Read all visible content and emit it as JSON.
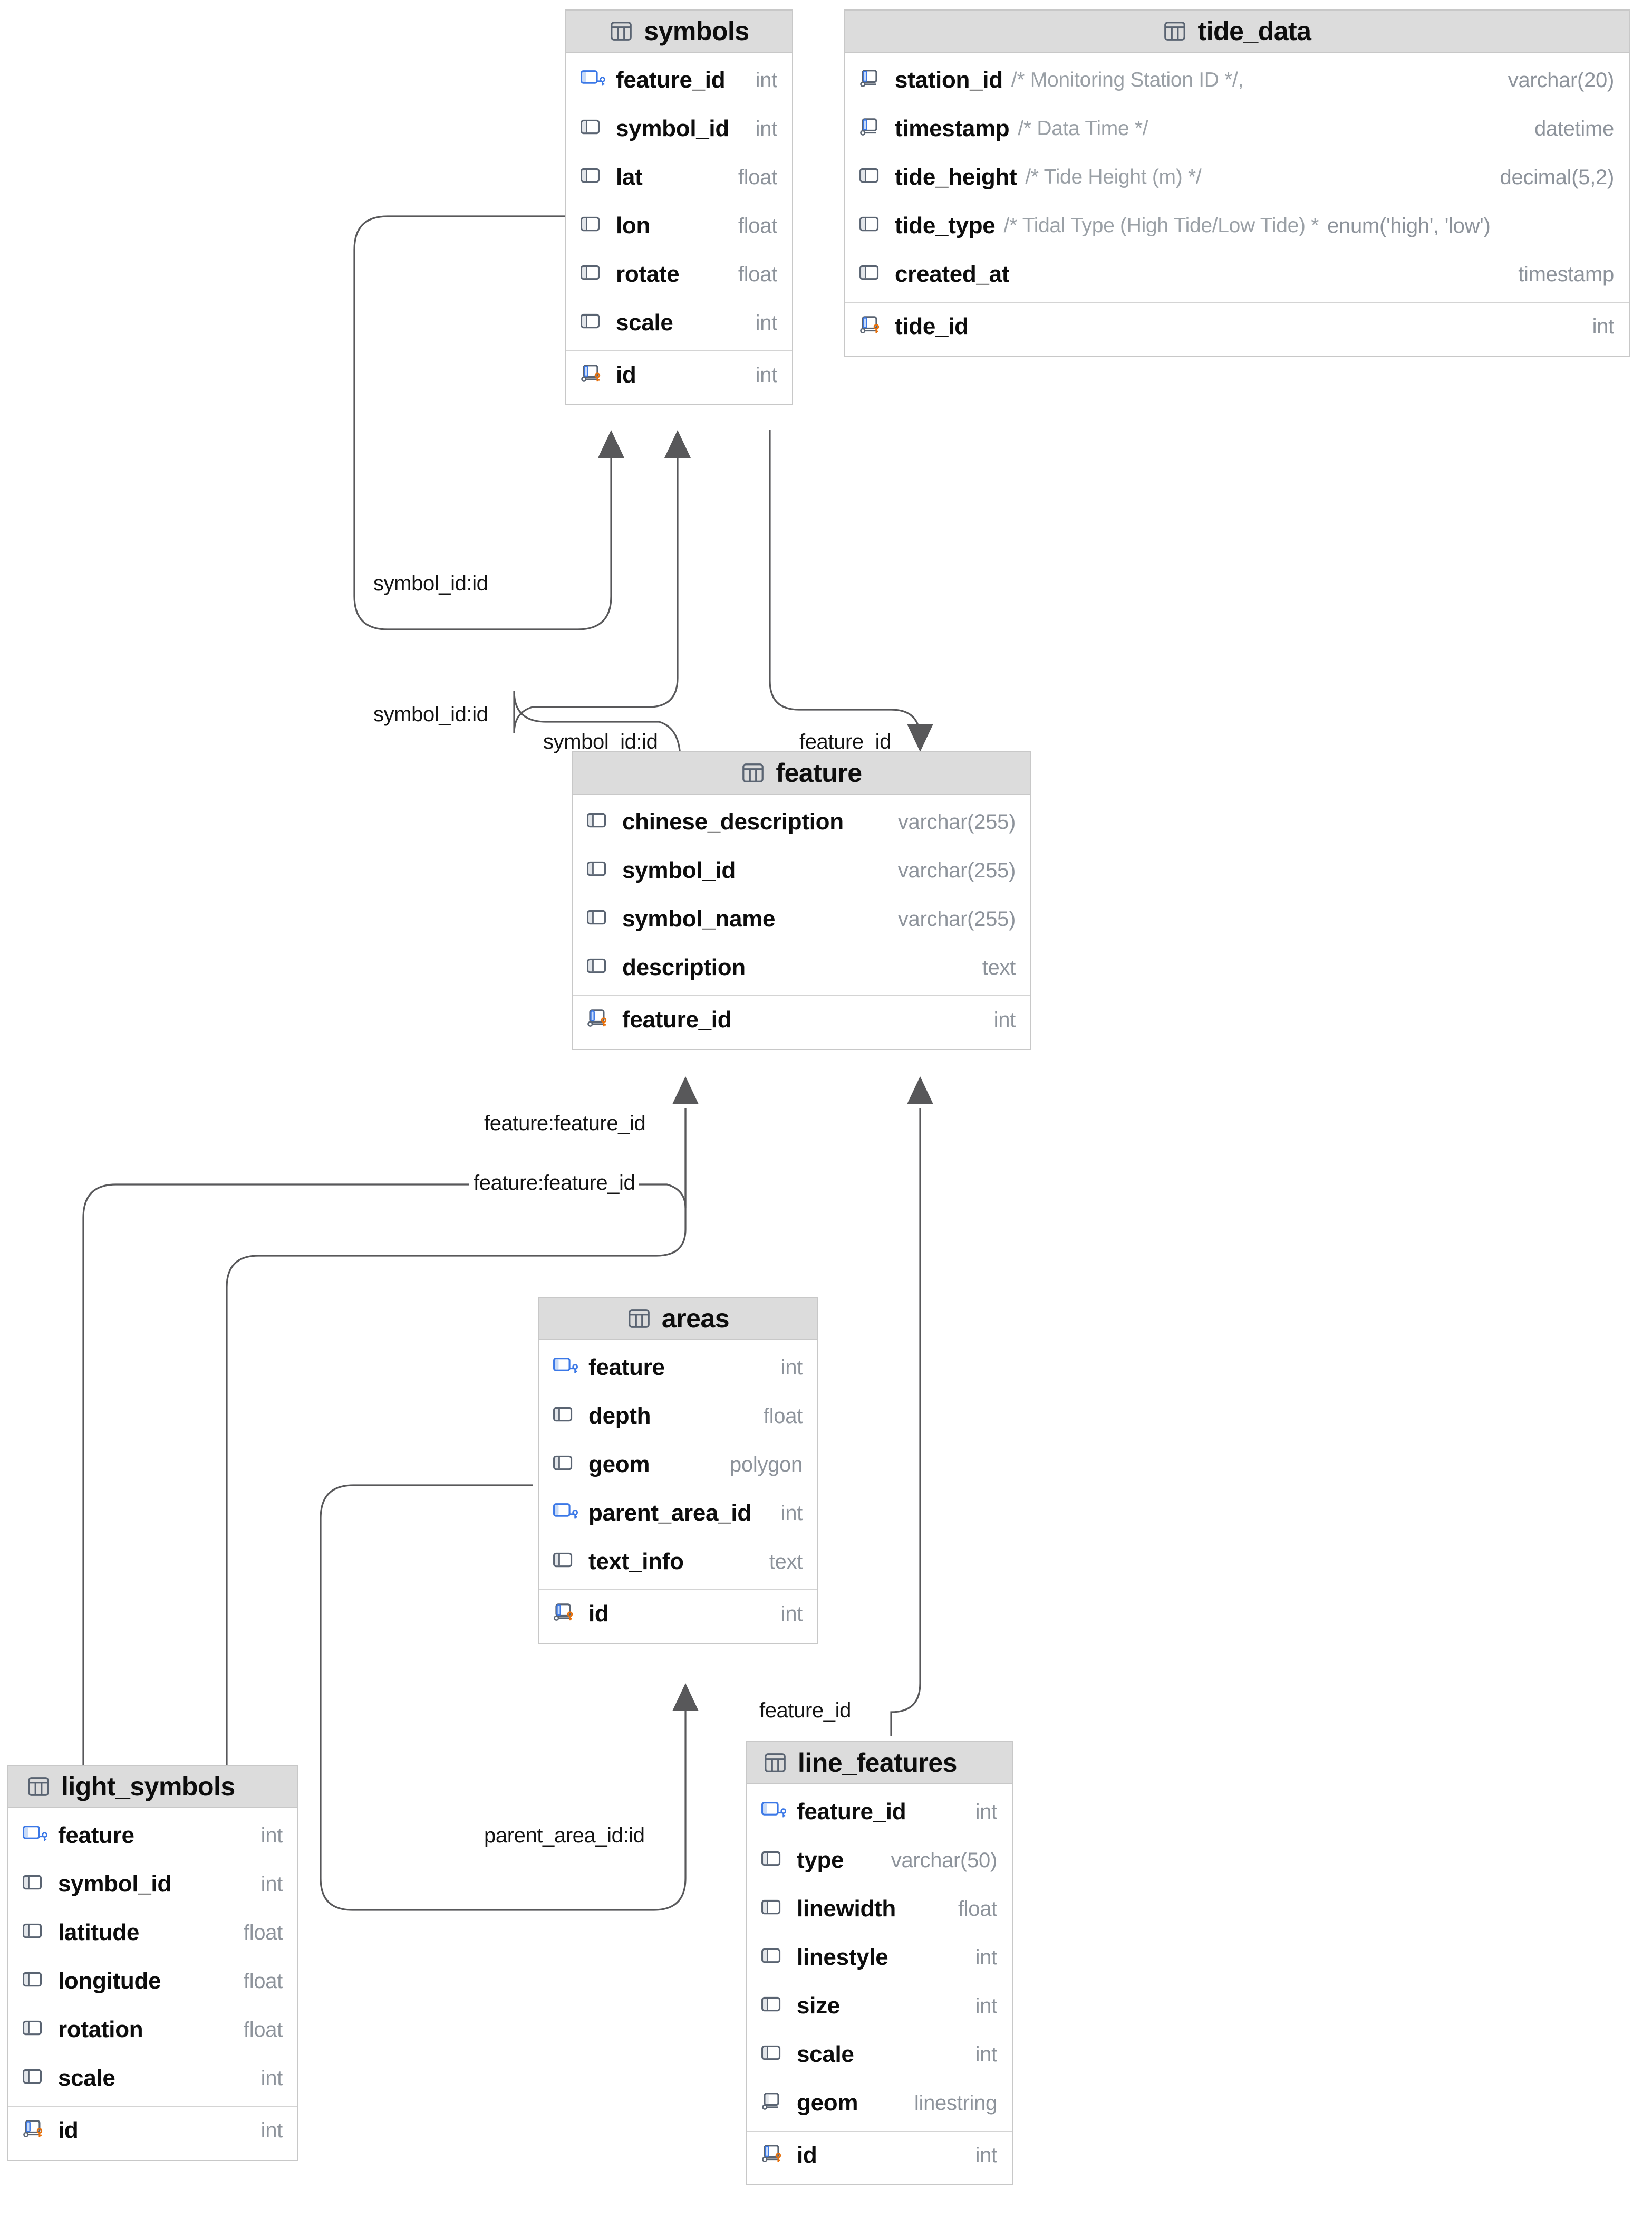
{
  "diagram": {
    "kind": "entity-relationship-diagram",
    "table_icon": "table-grid-icon",
    "pk_icon": "primary-key-icon",
    "fk_icon": "foreign-key-icon",
    "column_icon": "column-icon",
    "nullable_icon": "nullable-column-icon",
    "edge_color": "#58585a",
    "header_bg": "#dcdcdc",
    "border_color": "#c8c8c8",
    "type_color": "#8d939b",
    "comment_color": "#9aa0a6"
  },
  "tables": [
    {
      "id": "symbols",
      "name": "symbols",
      "columns": [
        {
          "name": "feature_id",
          "type": "int",
          "comment": "",
          "key": "fk"
        },
        {
          "name": "symbol_id",
          "type": "int",
          "comment": "",
          "key": ""
        },
        {
          "name": "lat",
          "type": "float",
          "comment": "",
          "key": ""
        },
        {
          "name": "lon",
          "type": "float",
          "comment": "",
          "key": ""
        },
        {
          "name": "rotate",
          "type": "float",
          "comment": "",
          "key": ""
        },
        {
          "name": "scale",
          "type": "int",
          "comment": "",
          "key": ""
        },
        {
          "name": "id",
          "type": "int",
          "comment": "",
          "key": "pk"
        }
      ]
    },
    {
      "id": "tide_data",
      "name": "tide_data",
      "columns": [
        {
          "name": "station_id",
          "type": "varchar(20)",
          "comment": "/* Monitoring Station ID  */,",
          "key": "nullable"
        },
        {
          "name": "timestamp",
          "type": "datetime",
          "comment": "/* Data Time */",
          "key": "nullable"
        },
        {
          "name": "tide_height",
          "type": "decimal(5,2)",
          "comment": "/* Tide Height (m) */",
          "key": ""
        },
        {
          "name": "tide_type",
          "type": "enum('high', 'low')",
          "comment": "/* Tidal Type (High Tide/Low Tide) *",
          "key": "",
          "type_inline": true
        },
        {
          "name": "created_at",
          "type": "timestamp",
          "comment": "",
          "key": ""
        },
        {
          "name": "tide_id",
          "type": "int",
          "comment": "",
          "key": "pk"
        }
      ]
    },
    {
      "id": "feature",
      "name": "feature",
      "columns": [
        {
          "name": "chinese_description",
          "type": "varchar(255)",
          "comment": "",
          "key": ""
        },
        {
          "name": "symbol_id",
          "type": "varchar(255)",
          "comment": "",
          "key": ""
        },
        {
          "name": "symbol_name",
          "type": "varchar(255)",
          "comment": "",
          "key": ""
        },
        {
          "name": "description",
          "type": "text",
          "comment": "",
          "key": ""
        },
        {
          "name": "feature_id",
          "type": "int",
          "comment": "",
          "key": "pk"
        }
      ]
    },
    {
      "id": "areas",
      "name": "areas",
      "columns": [
        {
          "name": "feature",
          "type": "int",
          "comment": "",
          "key": "fk"
        },
        {
          "name": "depth",
          "type": "float",
          "comment": "",
          "key": ""
        },
        {
          "name": "geom",
          "type": "polygon",
          "comment": "",
          "key": ""
        },
        {
          "name": "parent_area_id",
          "type": "int",
          "comment": "",
          "key": "fk"
        },
        {
          "name": "text_info",
          "type": "text",
          "comment": "",
          "key": ""
        },
        {
          "name": "id",
          "type": "int",
          "comment": "",
          "key": "pk"
        }
      ]
    },
    {
      "id": "light_symbols",
      "name": "light_symbols",
      "columns": [
        {
          "name": "feature",
          "type": "int",
          "comment": "",
          "key": "fk"
        },
        {
          "name": "symbol_id",
          "type": "int",
          "comment": "",
          "key": ""
        },
        {
          "name": "latitude",
          "type": "float",
          "comment": "",
          "key": ""
        },
        {
          "name": "longitude",
          "type": "float",
          "comment": "",
          "key": ""
        },
        {
          "name": "rotation",
          "type": "float",
          "comment": "",
          "key": ""
        },
        {
          "name": "scale",
          "type": "int",
          "comment": "",
          "key": ""
        },
        {
          "name": "id",
          "type": "int",
          "comment": "",
          "key": "pk"
        }
      ]
    },
    {
      "id": "line_features",
      "name": "line_features",
      "columns": [
        {
          "name": "feature_id",
          "type": "int",
          "comment": "",
          "key": "fk"
        },
        {
          "name": "type",
          "type": "varchar(50)",
          "comment": "",
          "key": ""
        },
        {
          "name": "linewidth",
          "type": "float",
          "comment": "",
          "key": ""
        },
        {
          "name": "linestyle",
          "type": "int",
          "comment": "",
          "key": ""
        },
        {
          "name": "size",
          "type": "int",
          "comment": "",
          "key": ""
        },
        {
          "name": "scale",
          "type": "int",
          "comment": "",
          "key": ""
        },
        {
          "name": "geom",
          "type": "linestring",
          "comment": "",
          "key": "nullable"
        },
        {
          "name": "id",
          "type": "int",
          "comment": "",
          "key": "pk"
        }
      ]
    }
  ],
  "relationships": [
    {
      "id": "r1",
      "label": "symbol_id:id",
      "from": "symbols",
      "to": "symbols"
    },
    {
      "id": "r2",
      "label": "symbol_id:id",
      "from": "light_symbols",
      "to": "symbols"
    },
    {
      "id": "r3",
      "label": "symbol_id:id",
      "from": "feature",
      "to": "symbols"
    },
    {
      "id": "r4",
      "label": "feature_id",
      "from": "feature",
      "to": "symbols"
    },
    {
      "id": "r5",
      "label": "feature:feature_id",
      "from": "light_symbols",
      "to": "feature"
    },
    {
      "id": "r6",
      "label": "feature:feature_id",
      "from": "areas",
      "to": "feature"
    },
    {
      "id": "r7",
      "label": "feature_id",
      "from": "line_features",
      "to": "feature"
    },
    {
      "id": "r8",
      "label": "parent_area_id:id",
      "from": "areas",
      "to": "areas"
    }
  ]
}
